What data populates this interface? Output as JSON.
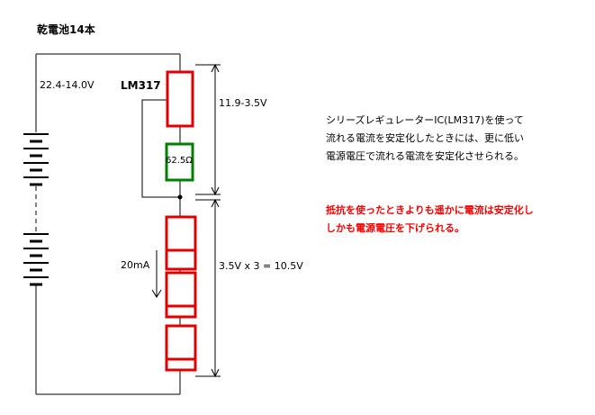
{
  "title": "乾電池14本",
  "battery_voltage": "22.4-14.0V",
  "regulator_label": "LM317",
  "resistor_label": "62.5Ω",
  "regulator_drop": "11.9-3.5V",
  "current_label": "20mA",
  "led_voltage": "3.5V x 3 = 10.5V",
  "note_lines": [
    "シリーズレギュレーターIC(LM317)を使って",
    "流れる電流を安定化したときには、更に低い",
    "電源電圧で流れる電流を安定化させられる。"
  ],
  "warning_lines": [
    "抵抗を使ったときよりも遥かに電流は安定化し",
    "しかも電源電圧を下げられる。"
  ],
  "colors": {
    "wire": "#000000",
    "component_red": "#e00000",
    "resistor_green": "#008000",
    "warning_text": "#ff0000"
  }
}
